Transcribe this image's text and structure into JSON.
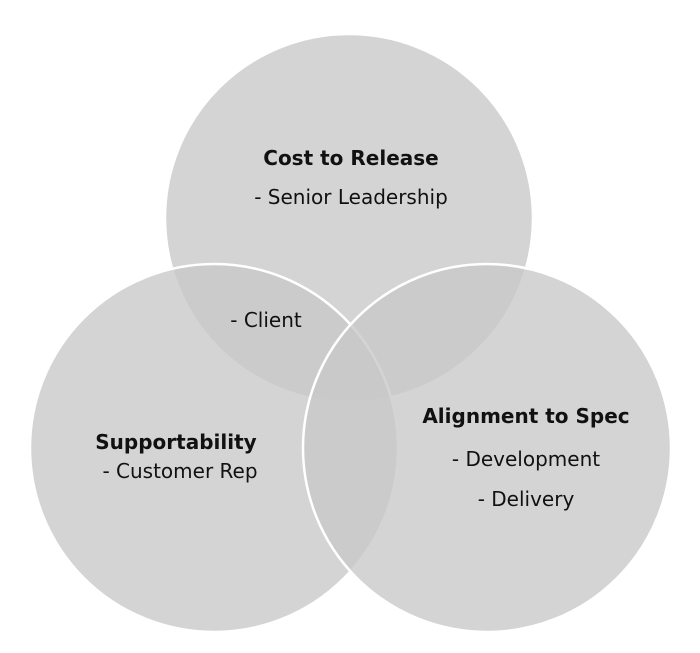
{
  "diagram": {
    "type": "venn",
    "fill_color": "#c8c8c8",
    "stroke_color": "#ffffff",
    "sets": [
      {
        "title": "Cost to Release",
        "members": [
          "- Senior Leadership"
        ]
      },
      {
        "title": "Supportability",
        "members": [
          "- Customer Rep"
        ]
      },
      {
        "title": "Alignment to Spec",
        "members": [
          "- Development",
          "- Delivery"
        ]
      }
    ],
    "intersections": [
      {
        "sets": [
          "Cost to Release",
          "Supportability"
        ],
        "members": [
          "- Client"
        ]
      }
    ]
  }
}
